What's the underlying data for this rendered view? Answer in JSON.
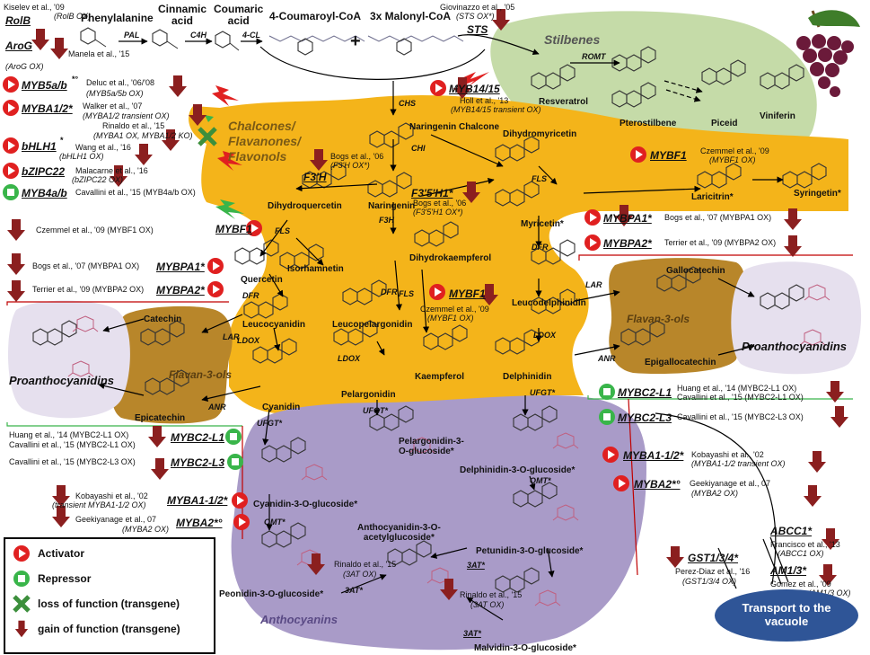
{
  "top_labels": {
    "phenylalanine": "Phenylalanine",
    "cinnamic": "Cinnamic\nacid",
    "coumaric": "Coumaric\nacid",
    "coumaroyl": "4-Coumaroyl-CoA",
    "malonyl": "3x Malonyl-CoA",
    "plus": "+"
  },
  "enzymes": {
    "pal": "PAL",
    "c4h": "C4H",
    "4cl": "4-CL",
    "chs": "CHS",
    "chi": "CHI",
    "f3h": "F3H",
    "fls1": "FLS",
    "fls2": "FLS",
    "fls3": "FLS",
    "dfr1": "DFR",
    "dfr2": "DFR",
    "dfr3": "DFR",
    "ldox1": "LDOX",
    "ldox2": "LDOX",
    "ldox3": "LDOX",
    "lar1": "LAR",
    "lar2": "LAR",
    "anr1": "ANR",
    "anr2": "ANR",
    "ufgt1": "UFGT*",
    "ufgt2": "UFGT*",
    "ufgt3": "UFGT*",
    "omt1": "OMT*",
    "omt2": "OMT*",
    "3at1": "3AT*",
    "3at2": "3AT*",
    "3at3": "3AT*",
    "romt": "ROMT",
    "sts": "STS",
    "f3h_gene": "F3'H",
    "f35h": "F3'5'H1*"
  },
  "compounds": {
    "resveratrol": "Resveratrol",
    "pterostilbene": "Pterostilbene",
    "piceid": "Piceid",
    "viniferin": "Viniferin",
    "naringenin_chalcone": "Naringenin Chalcone",
    "dihydromyricetin": "Dihydromyricetin",
    "dihydroquercetin": "Dihydroquercetin",
    "naringenin": "Naringenin",
    "laricitrin": "Laricitrin*",
    "syringetin": "Syringetin*",
    "myricetin": "Myricetin*",
    "quercetin": "Quercetin",
    "isorhamnetin": "Isorhamnetin",
    "dihydrokaempferol": "Dihydrokaempferol",
    "leucodelphinidin": "Leucodelphinidin",
    "leucocyanidin": "Leucocyanidin",
    "leucopelargonidin": "Leucopelargonidin",
    "kaempferol": "Kaempferol",
    "delphinidin": "Delphinidin",
    "pelargonidin": "Pelargonidin",
    "cyanidin": "Cyanidin",
    "catechin": "Catechin",
    "epicatechin": "Epicatechin",
    "gallocatechin": "Gallocatechin",
    "epigallocatechin": "Epigallocatechin",
    "pelargonidin3og": "Pelargonidin-3-\nO-glucoside*",
    "delphinidin3og": "Delphinidin-3-O-glucoside*",
    "cyanidin3og": "Cyanidin-3-O-glucoside*",
    "anthocyanidin3oacg": "Anthocyanidin-3-O-\nacetylglucoside*",
    "petunidin3og": "Petunidin-3-O-glucoside*",
    "peonidin3og": "Peonidin-3-O-glucoside*",
    "malvidin3og": "Malvidin-3-O-glucoside*"
  },
  "regions": {
    "stilbenes": "Stilbenes",
    "chalcones": "Chalcones/\nFlavanones/\nFlavonols",
    "flavan_left": "Flavan-3-ols",
    "flavan_right": "Flavan-3-ols",
    "pa_left": "Proanthocyanidins",
    "pa_right": "Proanthocyanidins",
    "anthocyanins": "Anthocyanins"
  },
  "genes": {
    "rolb": "RolB",
    "arog": "AroG",
    "myb5ab": "MYB5a/b",
    "myb5ab_sup": "*°",
    "myba12": "MYBA1/2*",
    "bhlh1": "bHLH1",
    "bhlh1_sup": "*",
    "bzipc22": "bZIPC22",
    "myb4ab": "MYB4a/b",
    "myb1415": "MYB14/15",
    "mybf1_a": "MYBF1",
    "mybf1_b": "MYBF1",
    "mybf1_c": "MYBF1",
    "mybpa1_left": "MYBPA1*",
    "mybpa2_left": "MYBPA2*",
    "mybpa1_right": "MYBPA1*",
    "mybpa2_right": "MYBPA2*",
    "mybc2l1_left": "MYBC2-L1",
    "mybc2l3_left": "MYBC2-L3",
    "myba12_left": "MYBA1-1/2*",
    "myba2_left": "MYBA2*°",
    "mybc2l1_right": "MYBC2-L1",
    "mybc2l3_right": "MYBC2-L3",
    "myba12_right": "MYBA1-1/2*",
    "myba2_right": "MYBA2*°",
    "abcc1": "ABCC1*",
    "gst": "GST1/3/4*",
    "am13": "AM1/3*"
  },
  "citations": {
    "kiselev": "Kiselev et al., '09",
    "kiselev_note": "(RolB OX)",
    "manela": "Manela et al., '15",
    "manela_note": "(AroG OX)",
    "deluc": "Deluc et al., '06/'08",
    "deluc_note": "(MYB5a/5b OX)",
    "walker": "Walker et al., '07",
    "walker_note": "(MYBA1/2 transient OX)",
    "rinaldo_a": "Rinaldo et al., '15",
    "rinaldo_a_note": "(MYBA1 OX, MYBA1/2 KO)",
    "wang": "Wang et al., '16",
    "wang_note": "(bHLH1 OX)",
    "malacarne": "Malacarne et al., '16",
    "malacarne_note": "(bZIPC22 OX)",
    "cavallini_a": "Cavallini et al., '15 (MYB4a/b OX)",
    "giovinazzo": "Giovinazzo et al., '05",
    "giovinazzo_note": "(STS OX*)",
    "holl": "Holl et al., '13",
    "holl_note": "(MYB14/15 transient OX)",
    "bogs_f3h": "Bogs et al., '06",
    "bogs_f3h_note": "(F3'H OX*)",
    "bogs_f35h": "Bogs et al., '06",
    "bogs_f35h_note": "(F3'5'H1 OX*)",
    "czemmel_a": "Czemmel et al., '09",
    "czemmel_a_note": "(MYBF1 OX)",
    "czemmel_b": "Czemmel et al., '09 (MYBF1 OX)",
    "czemmel_c": "Czemmel et al., '09",
    "czemmel_c_note": "(MYBF1 OX)",
    "bogs_pa1_left": "Bogs et al., '07 (MYBPA1 OX)",
    "terrier_left": "Terrier et al., '09 (MYBPA2 OX)",
    "bogs_pa1_right": "Bogs et al., '07 (MYBPA1 OX)",
    "terrier_right": "Terrier et al., '09 (MYBPA2 OX)",
    "huang_left": "Huang et al., '14 (MYBC2-L1 OX)",
    "cavallini_l1_left": "Cavallini et al., '15 (MYBC2-L1 OX)",
    "cavallini_l3_left": "Cavallini et al., '15 (MYBC2-L3 OX)",
    "kobayashi_left": "Kobayashi et al., '02",
    "kobayashi_left_note": "(transient MYBA1-1/2 OX)",
    "geekiyanage_left": "Geekiyanage et al., 07",
    "geekiyanage_left_note": "(MYBA2 OX)",
    "huang_right": "Huang et al., '14 (MYBC2-L1 OX)",
    "cavallini_l1_right": "Cavallini et al., '15 (MYBC2-L1 OX)",
    "cavallini_l3_right": "Cavallini et al., '15 (MYBC2-L3 OX)",
    "kobayashi_right": "Kobayashi et al., '02",
    "kobayashi_right_note": "(MYBA1-1/2 transient OX)",
    "geekiyanage_right": "Geekiyanage et al., 07",
    "geekiyanage_right_note": "(MYBA2 OX)",
    "francisco": "Francisco et al., '13",
    "francisco_note": "(ABCC1 OX)",
    "perez": "Perez-Diaz et al., '16",
    "perez_note": "(GST1/3/4 OX)",
    "gomez": "Gomez et al., '09",
    "gomez_note": "(AM1/3 OX)",
    "rinaldo_b": "Rinaldo et al., '15",
    "rinaldo_b_note": "(3AT OX)",
    "rinaldo_c": "Rinaldo et al., '15",
    "rinaldo_c_note": "(3AT OX)"
  },
  "legend": {
    "activator": "Activator",
    "repressor": "Repressor",
    "loss": "loss of function (transgene)",
    "gain": "gain of function (transgene)"
  },
  "transport": "Transport to the\nvacuole",
  "colors": {
    "flavonoid_region": "#f4b41a",
    "stilbene_region": "#c5dba8",
    "anthocyanin_region": "#a99bc8",
    "flavan_region": "#b8862a",
    "pa_region": "#e6e0ee",
    "gene_arrow": "#8b1f1f",
    "activator": "#e02020",
    "repressor": "#39b54a",
    "transport_oval": "#2f5597"
  }
}
